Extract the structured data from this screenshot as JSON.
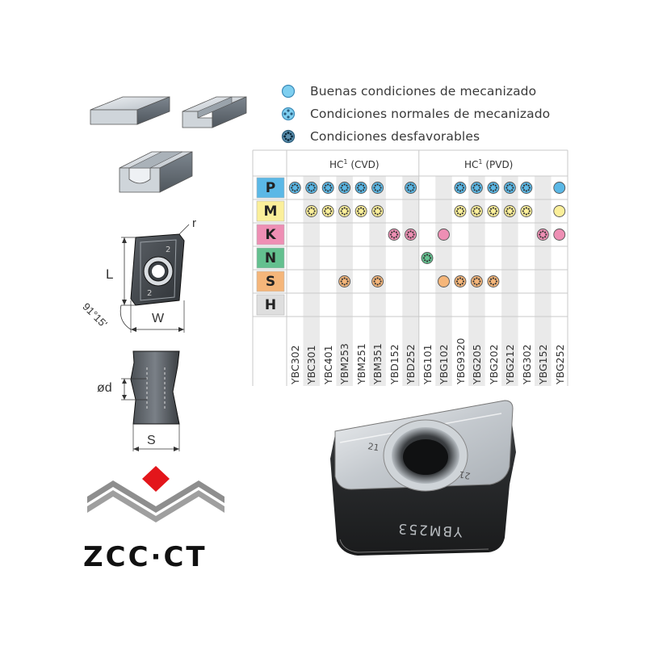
{
  "legend": [
    {
      "icon": "good-conditions-icon",
      "label": "Buenas condiciones de mecanizado"
    },
    {
      "icon": "normal-conditions-icon",
      "label": "Condiciones normales de mecanizado"
    },
    {
      "icon": "unfavorable-conditions-icon",
      "label": "Condiciones desfavorables"
    }
  ],
  "groups": [
    {
      "label": "HC",
      "sup": "1",
      "suffix": " (CVD)"
    },
    {
      "label": "HC",
      "sup": "1",
      "suffix": " (PVD)"
    }
  ],
  "materials": [
    {
      "code": "P",
      "color": "#5bb8e6"
    },
    {
      "code": "M",
      "color": "#fbef9a"
    },
    {
      "code": "K",
      "color": "#ee8fb4"
    },
    {
      "code": "N",
      "color": "#63c08f"
    },
    {
      "code": "S",
      "color": "#f5b67a"
    },
    {
      "code": "H",
      "color": "#dedede"
    }
  ],
  "grades": [
    "YBC302",
    "YBC301",
    "YBC401",
    "YBM253",
    "YBM251",
    "YBM351",
    "YBD152",
    "YBD252",
    "YBG101",
    "YBG102",
    "YBG9320",
    "YBG205",
    "YBG202",
    "YBG212",
    "YBG302",
    "YBG152",
    "YBG252"
  ],
  "matrix": {
    "P": [
      "N",
      "N",
      "N",
      "N",
      "N",
      "N",
      "",
      "N",
      "",
      "",
      "N",
      "N",
      "N",
      "N",
      "N",
      "",
      "G"
    ],
    "M": [
      "",
      "N",
      "N",
      "N",
      "N",
      "N",
      "",
      "",
      "",
      "",
      "N",
      "N",
      "N",
      "N",
      "N",
      "",
      "G"
    ],
    "K": [
      "",
      "",
      "",
      "",
      "",
      "",
      "N",
      "N",
      "",
      "G",
      "",
      "",
      "",
      "",
      "",
      "N",
      "G"
    ],
    "N": [
      "",
      "",
      "",
      "",
      "",
      "",
      "",
      "",
      "N",
      "",
      "",
      "",
      "",
      "",
      "",
      "",
      ""
    ],
    "S": [
      "",
      "",
      "",
      "N",
      "",
      "N",
      "",
      "",
      "",
      "G",
      "N",
      "N",
      "N",
      "",
      "",
      "",
      ""
    ],
    "H": [
      "",
      "",
      "",
      "",
      "",
      "",
      "",
      "",
      "",
      "",
      "",
      "",
      "",
      "",
      "",
      "",
      ""
    ]
  },
  "dimensions": {
    "r": "r",
    "L": "L",
    "W": "W",
    "angle": "91°15'",
    "d": "ød",
    "S": "S"
  },
  "insert_marking": "YBM253",
  "logo": {
    "text": "ZCC·CT",
    "accent": "#e3161b"
  },
  "colors": {
    "grid": "#c9c9c9",
    "stripe": "#eaeaea",
    "steel": "#9aa3ab"
  }
}
